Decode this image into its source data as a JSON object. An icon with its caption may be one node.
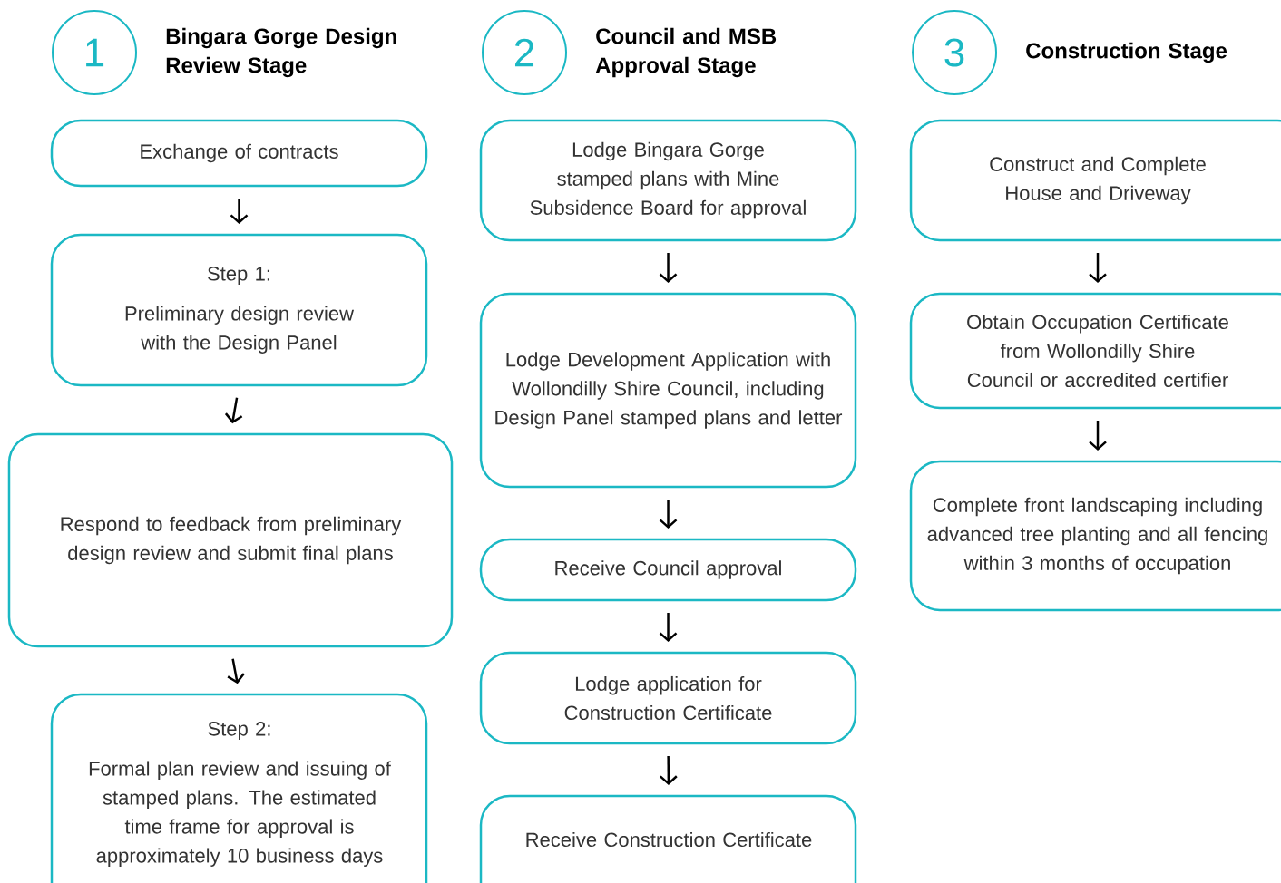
{
  "diagram": {
    "nodes": [
      {
        "text": [
          "1"
        ],
        "beside": [
          "Bingara Gorge Design Review Stage"
        ]
      },
      {
        "text": [
          "Exchange of contracts"
        ]
      },
      {
        "text": [
          "Step 1:",
          "Preliminary design review with the Design Panel"
        ]
      },
      {
        "text": [
          "Respond to feedback from preliminary design review and submit final plans"
        ]
      },
      {
        "text": [
          "Step 2:",
          "Formal plan review and issuing of stamped plans. The estimated time frame for approval is approximately 10 business days"
        ]
      },
      {
        "text": [
          "2"
        ],
        "beside": [
          "Council and MSB Approval Stage"
        ]
      },
      {
        "text": [
          "Lodge Bingara Gorge stamped plans with Mine Subsidence Board for approval"
        ]
      },
      {
        "text": [
          "Lodge Development Application with Wollondilly Shire Council, including Design Panel stamped plans and letter"
        ]
      },
      {
        "text": [
          "Receive Council approval"
        ]
      },
      {
        "text": [
          "Lodge application for Construction Certificate"
        ]
      },
      {
        "text": [
          "Receive Construction Certificate"
        ]
      },
      {
        "text": [
          "3"
        ],
        "beside": [
          "Construction Stage"
        ]
      },
      {
        "text": [
          "Construct and Complete House and Driveway"
        ]
      },
      {
        "text": [
          "Obtain Occupation Certificate from Wollondilly Shire Council or accredited certifier"
        ]
      },
      {
        "text": [
          "Complete front landscaping including advanced tree planting and all fencing within 3 months of occupation"
        ]
      }
    ],
    "edges": [
      {
        "from": 1,
        "to": 2,
        "arrow": "to"
      },
      {
        "from": 2,
        "to": 3,
        "arrow": "to"
      },
      {
        "from": 3,
        "to": 4,
        "arrow": "to"
      },
      {
        "from": 6,
        "to": 7,
        "arrow": "to"
      },
      {
        "from": 7,
        "to": 8,
        "arrow": "to"
      },
      {
        "from": 8,
        "to": 9,
        "arrow": "to"
      },
      {
        "from": 9,
        "to": 10,
        "arrow": "to"
      },
      {
        "from": 12,
        "to": 13,
        "arrow": "to"
      },
      {
        "from": 13,
        "to": 14,
        "arrow": "to"
      }
    ]
  }
}
